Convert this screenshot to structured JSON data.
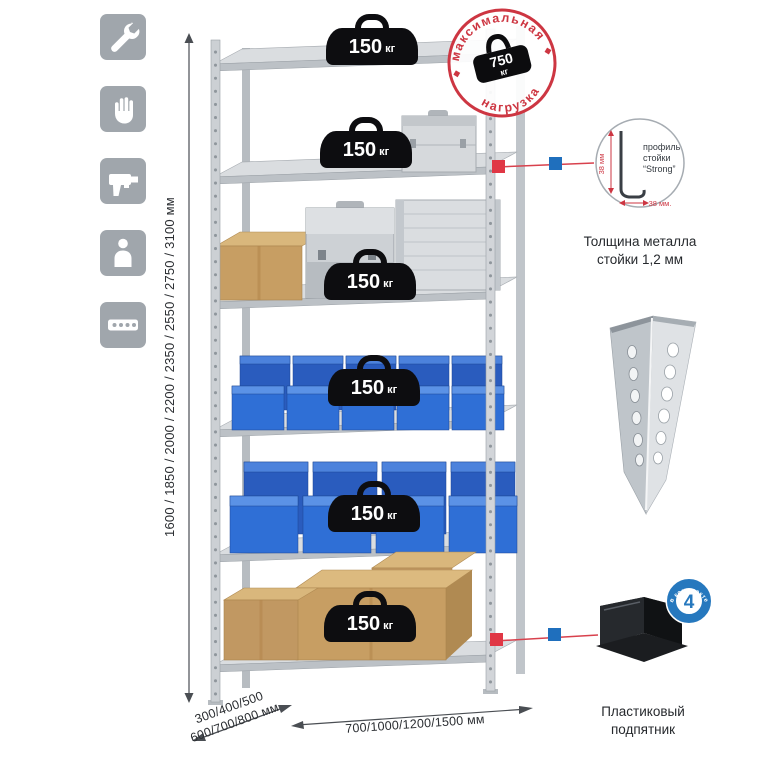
{
  "page": {
    "background": "#ffffff"
  },
  "left_icons": [
    {
      "name": "wrench-icon"
    },
    {
      "name": "gloves-icon"
    },
    {
      "name": "drill-icon"
    },
    {
      "name": "person-icon"
    },
    {
      "name": "perforated-beam-icon"
    }
  ],
  "dimensions": {
    "height_label": "1600 / 1850 / 2000 / 2200 / 2350 / 2550 / 2750 / 3100 мм",
    "depth_label_line1": "300/400/500",
    "depth_label_line2": "600/700/800 мм",
    "width_label": "700/1000/1200/1500 мм"
  },
  "stamp": {
    "arc_top": "максимальная",
    "arc_bottom": "нагрузка",
    "weight_value": "750",
    "weight_unit": "кг",
    "color": "#cd3642"
  },
  "shelves": [
    {
      "load_value": "150",
      "load_unit": "кг"
    },
    {
      "load_value": "150",
      "load_unit": "кг"
    },
    {
      "load_value": "150",
      "load_unit": "кг"
    },
    {
      "load_value": "150",
      "load_unit": "кг"
    },
    {
      "load_value": "150",
      "load_unit": "кг"
    },
    {
      "load_value": "150",
      "load_unit": "кг"
    }
  ],
  "profile_detail": {
    "label_line1": "профиль",
    "label_line2": "стойки",
    "label_line3": "“Strong”",
    "dim_vertical": "38 мм",
    "dim_horizontal": "38 мм.",
    "caption_line1": "Толщина металла",
    "caption_line2": "стойки 1,2 мм"
  },
  "foot_detail": {
    "badge_value": "4",
    "badge_ring_text": "в комплекте",
    "caption_line1": "Пластиковый",
    "caption_line2": "подпятник"
  },
  "colors": {
    "accent_red": "#d8414d",
    "accent_blue": "#1f6fbd",
    "bin_blue": "#2f6fd6"
  }
}
